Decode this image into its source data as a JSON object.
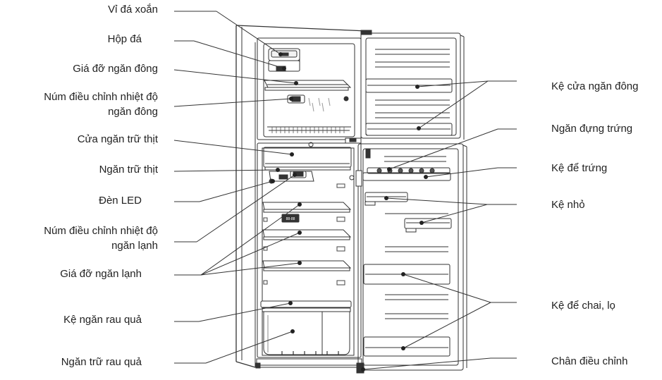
{
  "left_labels": [
    {
      "id": "spiral-ice-tray",
      "text": "Vỉ đá xoắn"
    },
    {
      "id": "ice-box",
      "text": "Hộp đá"
    },
    {
      "id": "freezer-shelf",
      "text": "Giá đỡ ngăn đông"
    },
    {
      "id": "freezer-temp-knob-line1",
      "text": "Núm điều chỉnh nhiệt độ"
    },
    {
      "id": "freezer-temp-knob-line2",
      "text": "ngăn đông"
    },
    {
      "id": "meat-compartment-door",
      "text": "Cửa ngăn trữ thịt"
    },
    {
      "id": "meat-compartment",
      "text": "Ngăn trữ thịt"
    },
    {
      "id": "led-light",
      "text": "Đèn LED"
    },
    {
      "id": "fridge-temp-knob-line1",
      "text": "Núm điều chỉnh nhiệt độ"
    },
    {
      "id": "fridge-temp-knob-line2",
      "text": "ngăn lạnh"
    },
    {
      "id": "fridge-shelf",
      "text": "Giá đỡ ngăn lạnh"
    },
    {
      "id": "crisper-shelf",
      "text": "Kệ ngăn rau quả"
    },
    {
      "id": "crisper-drawer",
      "text": "Ngăn trữ rau quả"
    }
  ],
  "right_labels": [
    {
      "id": "freezer-door-shelf",
      "text": "Kệ cửa ngăn đông"
    },
    {
      "id": "egg-tray",
      "text": "Ngăn đựng trứng"
    },
    {
      "id": "egg-shelf",
      "text": "Kệ để trứng"
    },
    {
      "id": "small-shelf",
      "text": "Kệ nhỏ"
    },
    {
      "id": "bottle-shelf",
      "text": "Kệ để chai, lọ"
    },
    {
      "id": "adjustable-foot",
      "text": "Chân điều chỉnh"
    }
  ],
  "display_code": "88-88"
}
